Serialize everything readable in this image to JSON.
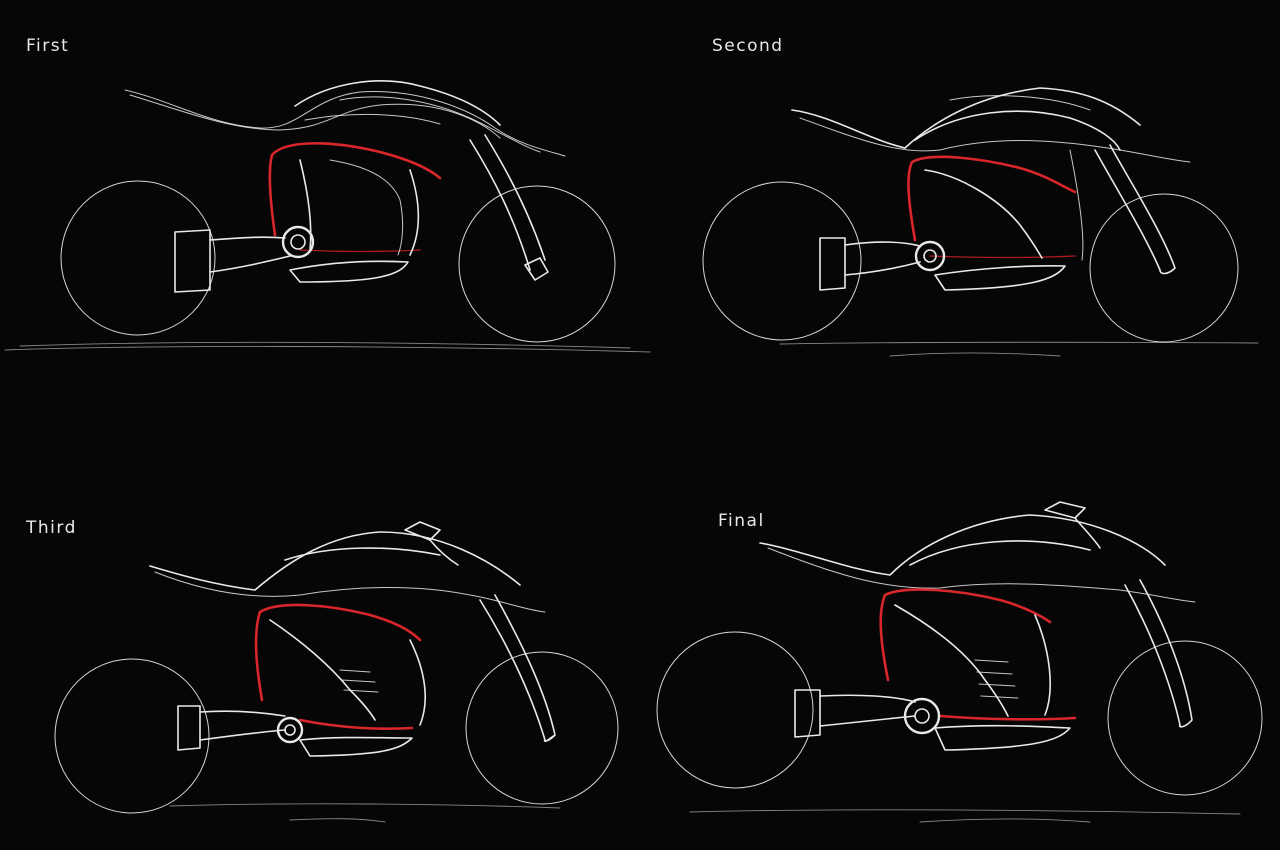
{
  "panels": {
    "first": {
      "label": "First"
    },
    "second": {
      "label": "Second"
    },
    "third": {
      "label": "Third"
    },
    "final": {
      "label": "Final"
    }
  },
  "colors": {
    "background": "#060606",
    "line": "#e9e9e9",
    "accent": "#d8262b"
  }
}
